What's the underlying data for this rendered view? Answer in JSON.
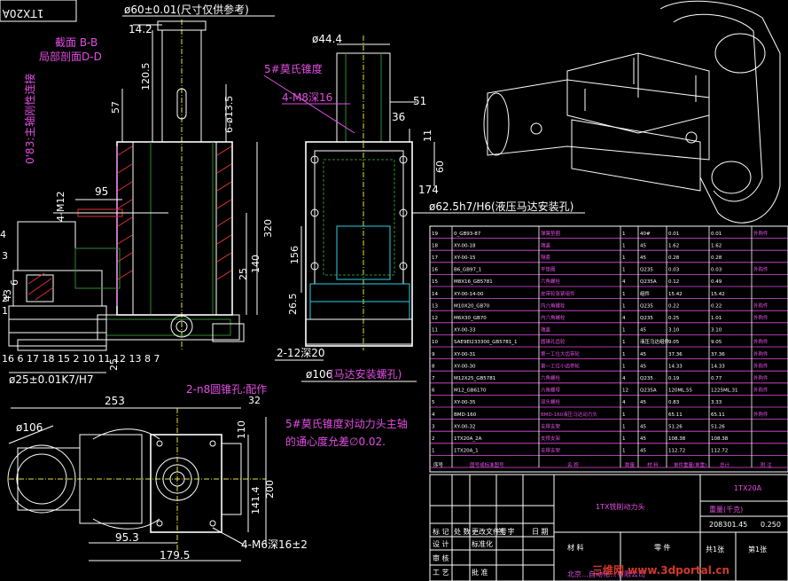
{
  "colors": {
    "background": "#000000",
    "line": "#ffffff",
    "center": "#e3e23a",
    "hidden": "#2f8a2f",
    "annotation": "#e44de4",
    "accent": "#2fd0e0",
    "watermark": "#e8402e"
  },
  "corner_code": "1TX20A",
  "top_note": "ø60±0.01(尺寸仅供参考)",
  "section_labels": [
    "截面 B-B",
    "局部剖面D-D"
  ],
  "left_vertical_label": "0'83:主轴刚性连接",
  "dims": {
    "d14_2": "14.2",
    "d120_5": "120.5",
    "d57": "57",
    "d6_m13_5": "6-ø13.5",
    "d4_m12": "4-M12",
    "d95": "95",
    "d320": "320",
    "d140": "140",
    "d25": "25",
    "d43": "43",
    "d6": "6",
    "d25b": "25",
    "d25_fit": "ø25±0.01K7/H7",
    "d44_4": "ø44.4",
    "d4_m8": "4-M8深16",
    "d51": "51",
    "d36": "36",
    "d11": "11",
    "d60": "60",
    "d174": "174",
    "d62_5": "ø62.5h7/H6(液压马达安装孔)",
    "d156": "156",
    "d26_5": "26.5",
    "d2_12": "2-12深20",
    "d106_motor": "ø106",
    "motor_note": "(马达安装螺孔)",
    "d2_n8": "2-n8圆锥孔:配作",
    "d32": "32",
    "d253": "253",
    "d106": "ø106",
    "d110": "110",
    "d200": "200",
    "d141_4": "141.4",
    "d95_3": "95.3",
    "d179_5": "179.5",
    "d4_m6": "4-M6深16±2",
    "taper": "5#莫氏锥度"
  },
  "tech_note": [
    "5#莫氏锥度对动力头主轴",
    "的通心度允差∅0.02."
  ],
  "bom": {
    "rows": [
      [
        "19",
        "0_GB93-87",
        "弹簧垫圈",
        "1",
        "40#",
        "0.01",
        "0.01",
        "外购件"
      ],
      [
        "18",
        "XY-00-18",
        "端盖",
        "1",
        "45",
        "1.62",
        "1.62",
        ""
      ],
      [
        "17",
        "XY-00-15",
        "隔套",
        "1",
        "45",
        "0.28",
        "0.28",
        ""
      ],
      [
        "16",
        "B6_GB97_1",
        "平垫圈",
        "1",
        "Q235",
        "0.03",
        "0.03",
        "外购件"
      ],
      [
        "15",
        "M8X16_GB5781",
        "六角螺栓",
        "4",
        "Q235A",
        "0.12",
        "0.49",
        ""
      ],
      [
        "14",
        "XY-00-14-00",
        "皮带轮张紧组件",
        "1",
        "组件",
        "15.42",
        "15.42",
        ""
      ],
      [
        "13",
        "M10X20_GB70",
        "内六角螺栓",
        "1",
        "Q235",
        "0.22",
        "0.22",
        "外购件"
      ],
      [
        "12",
        "M6X30_GB70",
        "内六角螺栓",
        "4",
        "Q235",
        "0.25",
        "1.01",
        "外购件"
      ],
      [
        "11",
        "XY-00-33",
        "端盖",
        "1",
        "45",
        "3.10",
        "3.10",
        ""
      ],
      [
        "10",
        "SAE9EI233300_GB5781_1",
        "圆锥孔齿轮",
        "1",
        "液压马达组件",
        "9.05",
        "9.05",
        "外购件"
      ],
      [
        "9",
        "XY-00-31",
        "第一工位大齿带轮",
        "1",
        "45",
        "37.36",
        "37.36",
        "外购件"
      ],
      [
        "8",
        "XY-00-30",
        "第一工位小齿带轮",
        "1",
        "45",
        "14.33",
        "14.33",
        "外购件"
      ],
      [
        "7",
        "M12X25_GB5781",
        "六角螺栓",
        "4",
        "Q235",
        "0.19",
        "0.77",
        "外购件"
      ],
      [
        "6",
        "M12_GB6170",
        "六角螺母",
        "12",
        "Q235A",
        "120ML.55",
        "1225ML.31",
        "外购件"
      ],
      [
        "5",
        "XY-00-35",
        "双头螺栓",
        "4",
        "45",
        "0.83",
        "3.33",
        ""
      ],
      [
        "4",
        "BMD-160",
        "BMD-160液压马达动力头",
        "1",
        "",
        "65.11",
        "65.11",
        "外购件"
      ],
      [
        "3",
        "XY-00-32",
        "支撑支架",
        "1",
        "45",
        "51.26",
        "51.26",
        ""
      ],
      [
        "2",
        "1TX20A_2A",
        "支撑支架",
        "1",
        "45",
        "108.38",
        "108.38",
        ""
      ],
      [
        "1",
        "1TX20A_1",
        "支撑支架",
        "1",
        "45",
        "112.72",
        "112.72",
        ""
      ]
    ],
    "header": [
      "序号",
      "图号或标准图号",
      "名 称",
      "数量",
      "材 料",
      "单件重量(单重)",
      "总计",
      "附 注"
    ]
  },
  "title_block": {
    "drawing_name": "1TX铣削动力头",
    "drawing_no": "1TX20A",
    "weight_label": "重量(千克)",
    "weight_value": "208301.45",
    "scale_value": "0.250",
    "material_label": "材 料",
    "part_label": "零 件",
    "sheets": "共1张",
    "sheet_no": "第1张",
    "company": "北京…自动化…有限公司",
    "rev_labels": [
      "标 记",
      "处 数",
      "更改文件号",
      "签 字",
      "日 期"
    ],
    "sign_labels": [
      "设 计",
      "标准化",
      "审 核",
      "工 艺",
      "批 准"
    ]
  },
  "watermark": "三维网 www.3dportal.cn"
}
